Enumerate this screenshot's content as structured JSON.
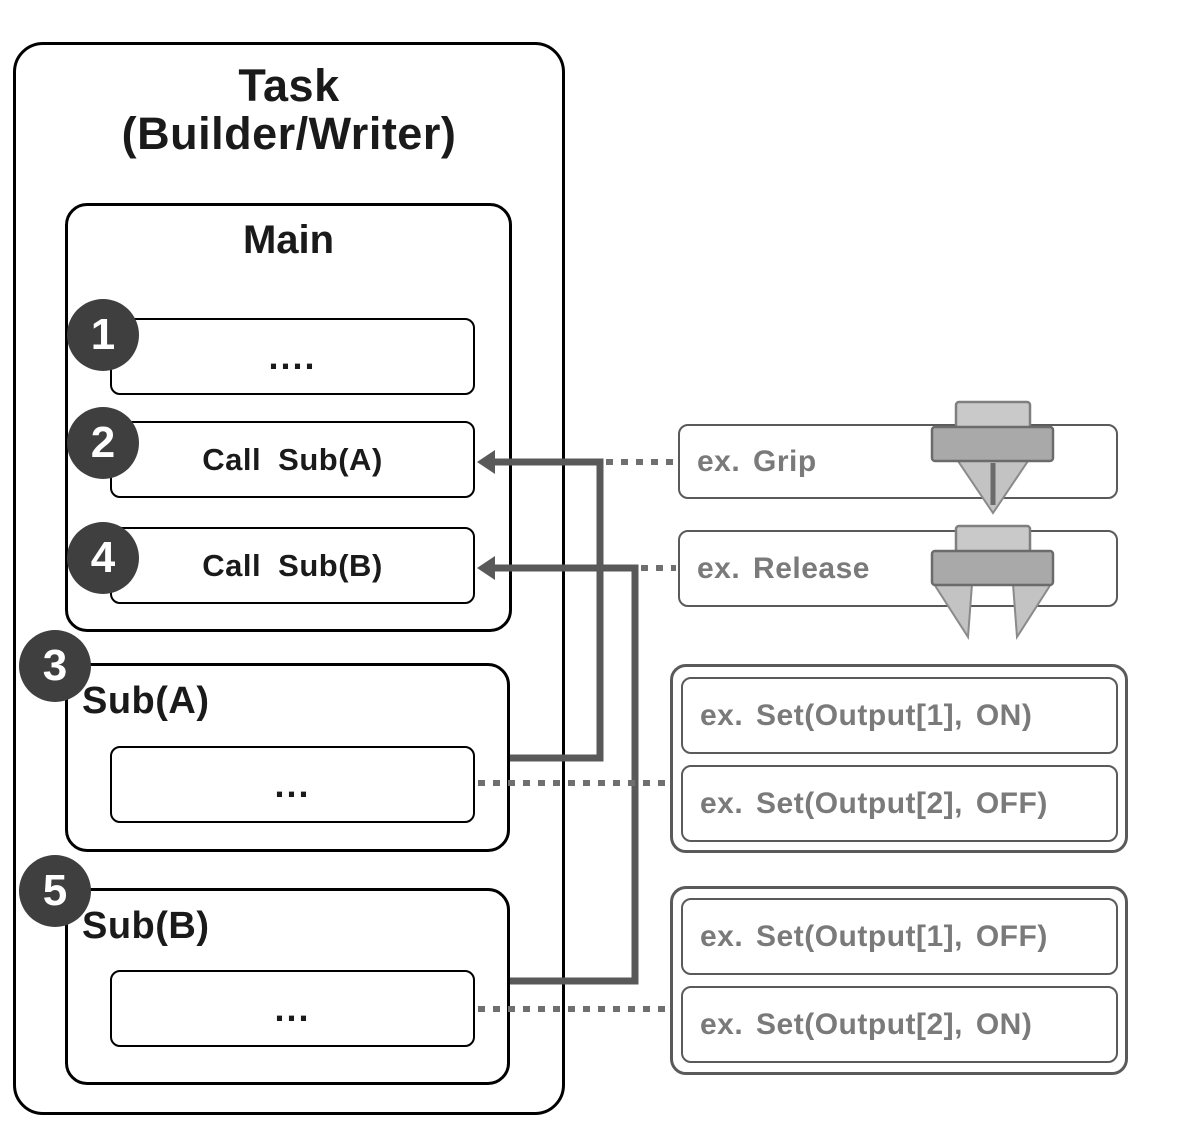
{
  "task": {
    "title_line1": "Task",
    "title_line2": "(Builder/Writer)"
  },
  "main": {
    "title": "Main",
    "steps": [
      {
        "num": "1",
        "label": "...."
      },
      {
        "num": "2",
        "label": "Call Sub(A)"
      },
      {
        "num": "4",
        "label": "Call Sub(B)"
      }
    ]
  },
  "subroutines": [
    {
      "num": "3",
      "title": "Sub(A)",
      "body": "..."
    },
    {
      "num": "5",
      "title": "Sub(B)",
      "body": "..."
    }
  ],
  "annotations": {
    "grip": {
      "label": "ex. Grip",
      "icon": "gripper-closed-icon"
    },
    "release": {
      "label": "ex. Release",
      "icon": "gripper-open-icon"
    },
    "sub_a_examples": [
      {
        "label": "ex. Set(Output[1], ON)"
      },
      {
        "label": "ex. Set(Output[2], OFF)"
      }
    ],
    "sub_b_examples": [
      {
        "label": "ex. Set(Output[1], OFF)"
      },
      {
        "label": "ex. Set(Output[2], ON)"
      }
    ]
  },
  "colors": {
    "box_border": "#000000",
    "connector": "#595959",
    "dotted_link": "#6f6f6f",
    "badge_fill": "#3f3f3f",
    "badge_text": "#ffffff",
    "annotation_border": "#5a5a5a",
    "annotation_text": "#7a7a7a",
    "gripper_light": "#c9c9c9",
    "gripper_mid": "#a9a9a9"
  }
}
